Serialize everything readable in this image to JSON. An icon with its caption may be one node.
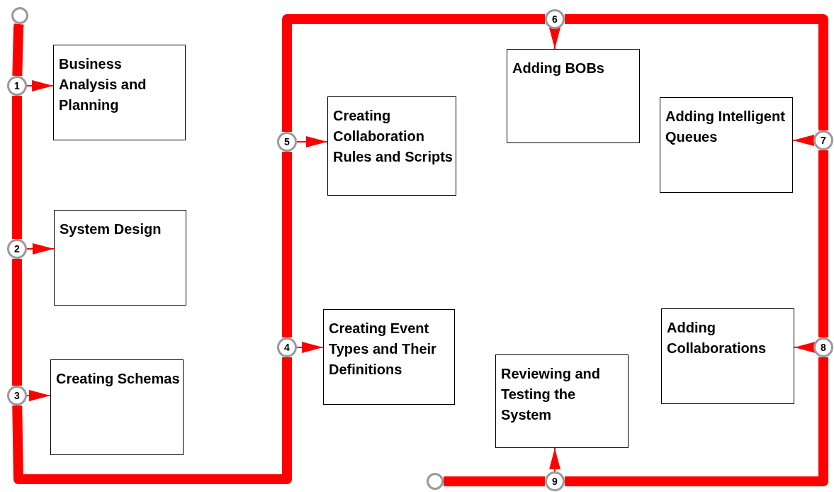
{
  "diagram": {
    "nodes": [
      {
        "text": [
          "Business Analysis and Planning"
        ]
      },
      {
        "text": [
          "System Design"
        ]
      },
      {
        "text": [
          "Creating Schemas"
        ]
      },
      {
        "text": [
          "Creating Event Types and Their Definitions"
        ]
      },
      {
        "text": [
          "Creating Collaboration Rules and Scripts"
        ]
      },
      {
        "text": [
          "Adding BOBs"
        ]
      },
      {
        "text": [
          "Adding Intelligent Queues"
        ]
      },
      {
        "text": [
          "Adding Collaborations"
        ]
      },
      {
        "text": [
          "Reviewing and Testing the System"
        ]
      },
      {
        "text": [
          "1"
        ]
      },
      {
        "text": [
          "2"
        ]
      },
      {
        "text": [
          "3"
        ]
      },
      {
        "text": [
          "4"
        ]
      },
      {
        "text": [
          "5"
        ]
      },
      {
        "text": [
          "6"
        ]
      },
      {
        "text": [
          "7"
        ]
      },
      {
        "text": [
          "8"
        ]
      },
      {
        "text": [
          "9"
        ]
      },
      {
        "text": [],
        "shape": "circle"
      },
      {
        "text": [],
        "shape": "circle"
      }
    ],
    "edges": [
      {
        "from": 18,
        "to": 9,
        "arrow": "none"
      },
      {
        "from": 9,
        "to": 10,
        "arrow": "none"
      },
      {
        "from": 10,
        "to": 11,
        "arrow": "none"
      },
      {
        "from": 11,
        "to": 12,
        "arrow": "none"
      },
      {
        "from": 12,
        "to": 13,
        "arrow": "none"
      },
      {
        "from": 13,
        "to": 14,
        "arrow": "none"
      },
      {
        "from": 14,
        "to": 15,
        "arrow": "none"
      },
      {
        "from": 15,
        "to": 16,
        "arrow": "none"
      },
      {
        "from": 16,
        "to": 17,
        "arrow": "none"
      },
      {
        "from": 17,
        "to": 19,
        "arrow": "none"
      },
      {
        "from": 9,
        "to": 0,
        "arrow": "to"
      },
      {
        "from": 10,
        "to": 1,
        "arrow": "to"
      },
      {
        "from": 11,
        "to": 2,
        "arrow": "to"
      },
      {
        "from": 12,
        "to": 3,
        "arrow": "to"
      },
      {
        "from": 13,
        "to": 4,
        "arrow": "to"
      },
      {
        "from": 14,
        "to": 5,
        "arrow": "to"
      },
      {
        "from": 15,
        "to": 6,
        "arrow": "to"
      },
      {
        "from": 16,
        "to": 7,
        "arrow": "to"
      },
      {
        "from": 17,
        "to": 8,
        "arrow": "to"
      }
    ]
  }
}
